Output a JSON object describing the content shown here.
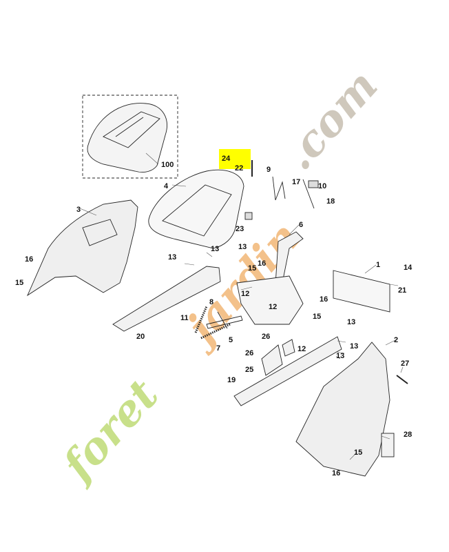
{
  "watermark": {
    "brand": "foret",
    "brand2": "jardin",
    "tld": ".com",
    "color_green": "#c8e08a",
    "color_orange": "#f3c18a",
    "color_grey": "#cfc8bc"
  },
  "highlight_color": "#ffff00",
  "parts": [
    {
      "id": "100",
      "desc": "optional hood cover (dashed box)"
    },
    {
      "id": "24",
      "highlighted": true
    },
    {
      "id": "22"
    },
    {
      "id": "9"
    },
    {
      "id": "17"
    },
    {
      "id": "10"
    },
    {
      "id": "4"
    },
    {
      "id": "18"
    },
    {
      "id": "3"
    },
    {
      "id": "23"
    },
    {
      "id": "6"
    },
    {
      "id": "13"
    },
    {
      "id": "1"
    },
    {
      "id": "14"
    },
    {
      "id": "16"
    },
    {
      "id": "15"
    },
    {
      "id": "21"
    },
    {
      "id": "12"
    },
    {
      "id": "8"
    },
    {
      "id": "11"
    },
    {
      "id": "5"
    },
    {
      "id": "7"
    },
    {
      "id": "20"
    },
    {
      "id": "26"
    },
    {
      "id": "25"
    },
    {
      "id": "19"
    },
    {
      "id": "2"
    },
    {
      "id": "27"
    },
    {
      "id": "28"
    }
  ],
  "labels": {
    "l100": "100",
    "l24": "24",
    "l22": "22",
    "l9": "9",
    "l17": "17",
    "l10": "10",
    "l4": "4",
    "l18": "18",
    "l3": "3",
    "l23": "23",
    "l6": "6",
    "l13a": "13",
    "l13b": "13",
    "l13c": "13",
    "l13d": "13",
    "l13e": "13",
    "l13f": "13",
    "l16a": "16",
    "l15a": "15",
    "l15b": "15",
    "l16b": "16",
    "l12a": "12",
    "l12b": "12",
    "l12c": "12",
    "l1": "1",
    "l14": "14",
    "l21": "21",
    "l16c": "16",
    "l15c": "15",
    "l8": "8",
    "l11": "11",
    "l5": "5",
    "l7": "7",
    "l20": "20",
    "l26a": "26",
    "l26b": "26",
    "l25": "25",
    "l19": "19",
    "l2": "2",
    "l27": "27",
    "l28": "28",
    "l15d": "15",
    "l16d": "16"
  }
}
